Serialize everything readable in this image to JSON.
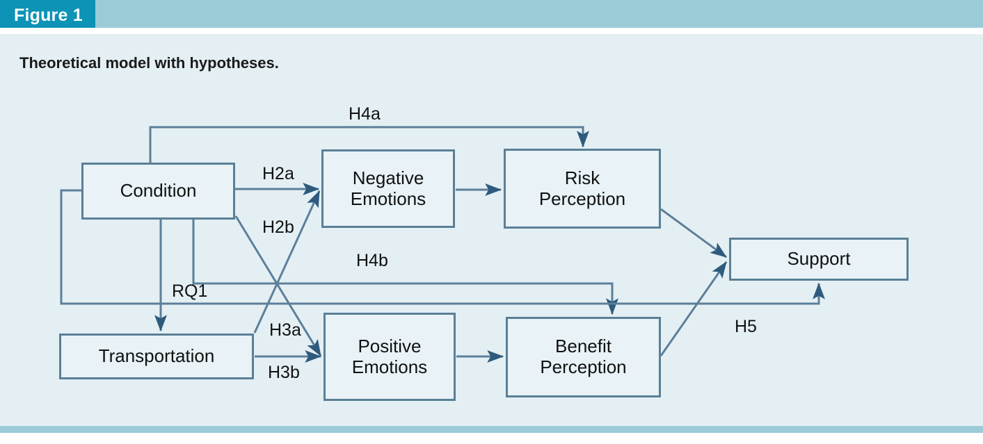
{
  "figure": {
    "tab_label": "Figure 1",
    "caption": "Theoretical model with hypotheses."
  },
  "colors": {
    "tab_background": "#0c93b5",
    "header_band": "#9ccbd8",
    "page_background": "#e4eff4",
    "box_border": "#5a7f96",
    "box_fill": "#e8f2f7",
    "arrow": "#4a6e88",
    "text": "#111111"
  },
  "diagram": {
    "type": "path-model",
    "nodes": [
      {
        "id": "condition",
        "label": "Condition"
      },
      {
        "id": "negative-emotions",
        "label": "Negative\nEmotions"
      },
      {
        "id": "risk-perception",
        "label": "Risk\nPerception"
      },
      {
        "id": "support",
        "label": "Support"
      },
      {
        "id": "transportation",
        "label": "Transportation"
      },
      {
        "id": "positive-emotions",
        "label": "Positive\nEmotions"
      },
      {
        "id": "benefit-perception",
        "label": "Benefit\nPerception"
      }
    ],
    "node_labels": {
      "condition": "Condition",
      "negative_emotions_line1": "Negative",
      "negative_emotions_line2": "Emotions",
      "risk_perception_line1": "Risk",
      "risk_perception_line2": "Perception",
      "support": "Support",
      "transportation": "Transportation",
      "positive_emotions_line1": "Positive",
      "positive_emotions_line2": "Emotions",
      "benefit_perception_line1": "Benefit",
      "benefit_perception_line2": "Perception"
    },
    "edges": [
      {
        "id": "h4a",
        "label": "H4a",
        "from": "condition",
        "to": "risk-perception"
      },
      {
        "id": "h2a",
        "label": "H2a",
        "from": "condition",
        "to": "negative-emotions"
      },
      {
        "id": "h2b",
        "label": "H2b",
        "from": "condition",
        "to": "positive-emotions"
      },
      {
        "id": "h4b",
        "label": "H4b",
        "from": "condition",
        "to": "benefit-perception"
      },
      {
        "id": "rq1",
        "label": "RQ1",
        "from": "condition",
        "to": "support"
      },
      {
        "id": "h3a",
        "label": "H3a",
        "from": "transportation",
        "to": "negative-emotions"
      },
      {
        "id": "h3b",
        "label": "H3b",
        "from": "transportation",
        "to": "positive-emotions"
      },
      {
        "id": "h5",
        "label": "H5",
        "from": "benefit-perception",
        "to": "support"
      },
      {
        "id": "cond-transport",
        "label": "",
        "from": "condition",
        "to": "transportation"
      },
      {
        "id": "neg-risk",
        "label": "",
        "from": "negative-emotions",
        "to": "risk-perception"
      },
      {
        "id": "pos-benefit",
        "label": "",
        "from": "positive-emotions",
        "to": "benefit-perception"
      },
      {
        "id": "risk-support",
        "label": "",
        "from": "risk-perception",
        "to": "support"
      }
    ],
    "edge_labels": {
      "h4a": "H4a",
      "h2a": "H2a",
      "h2b": "H2b",
      "h4b": "H4b",
      "rq1": "RQ1",
      "h3a": "H3a",
      "h3b": "H3b",
      "h5": "H5"
    }
  }
}
